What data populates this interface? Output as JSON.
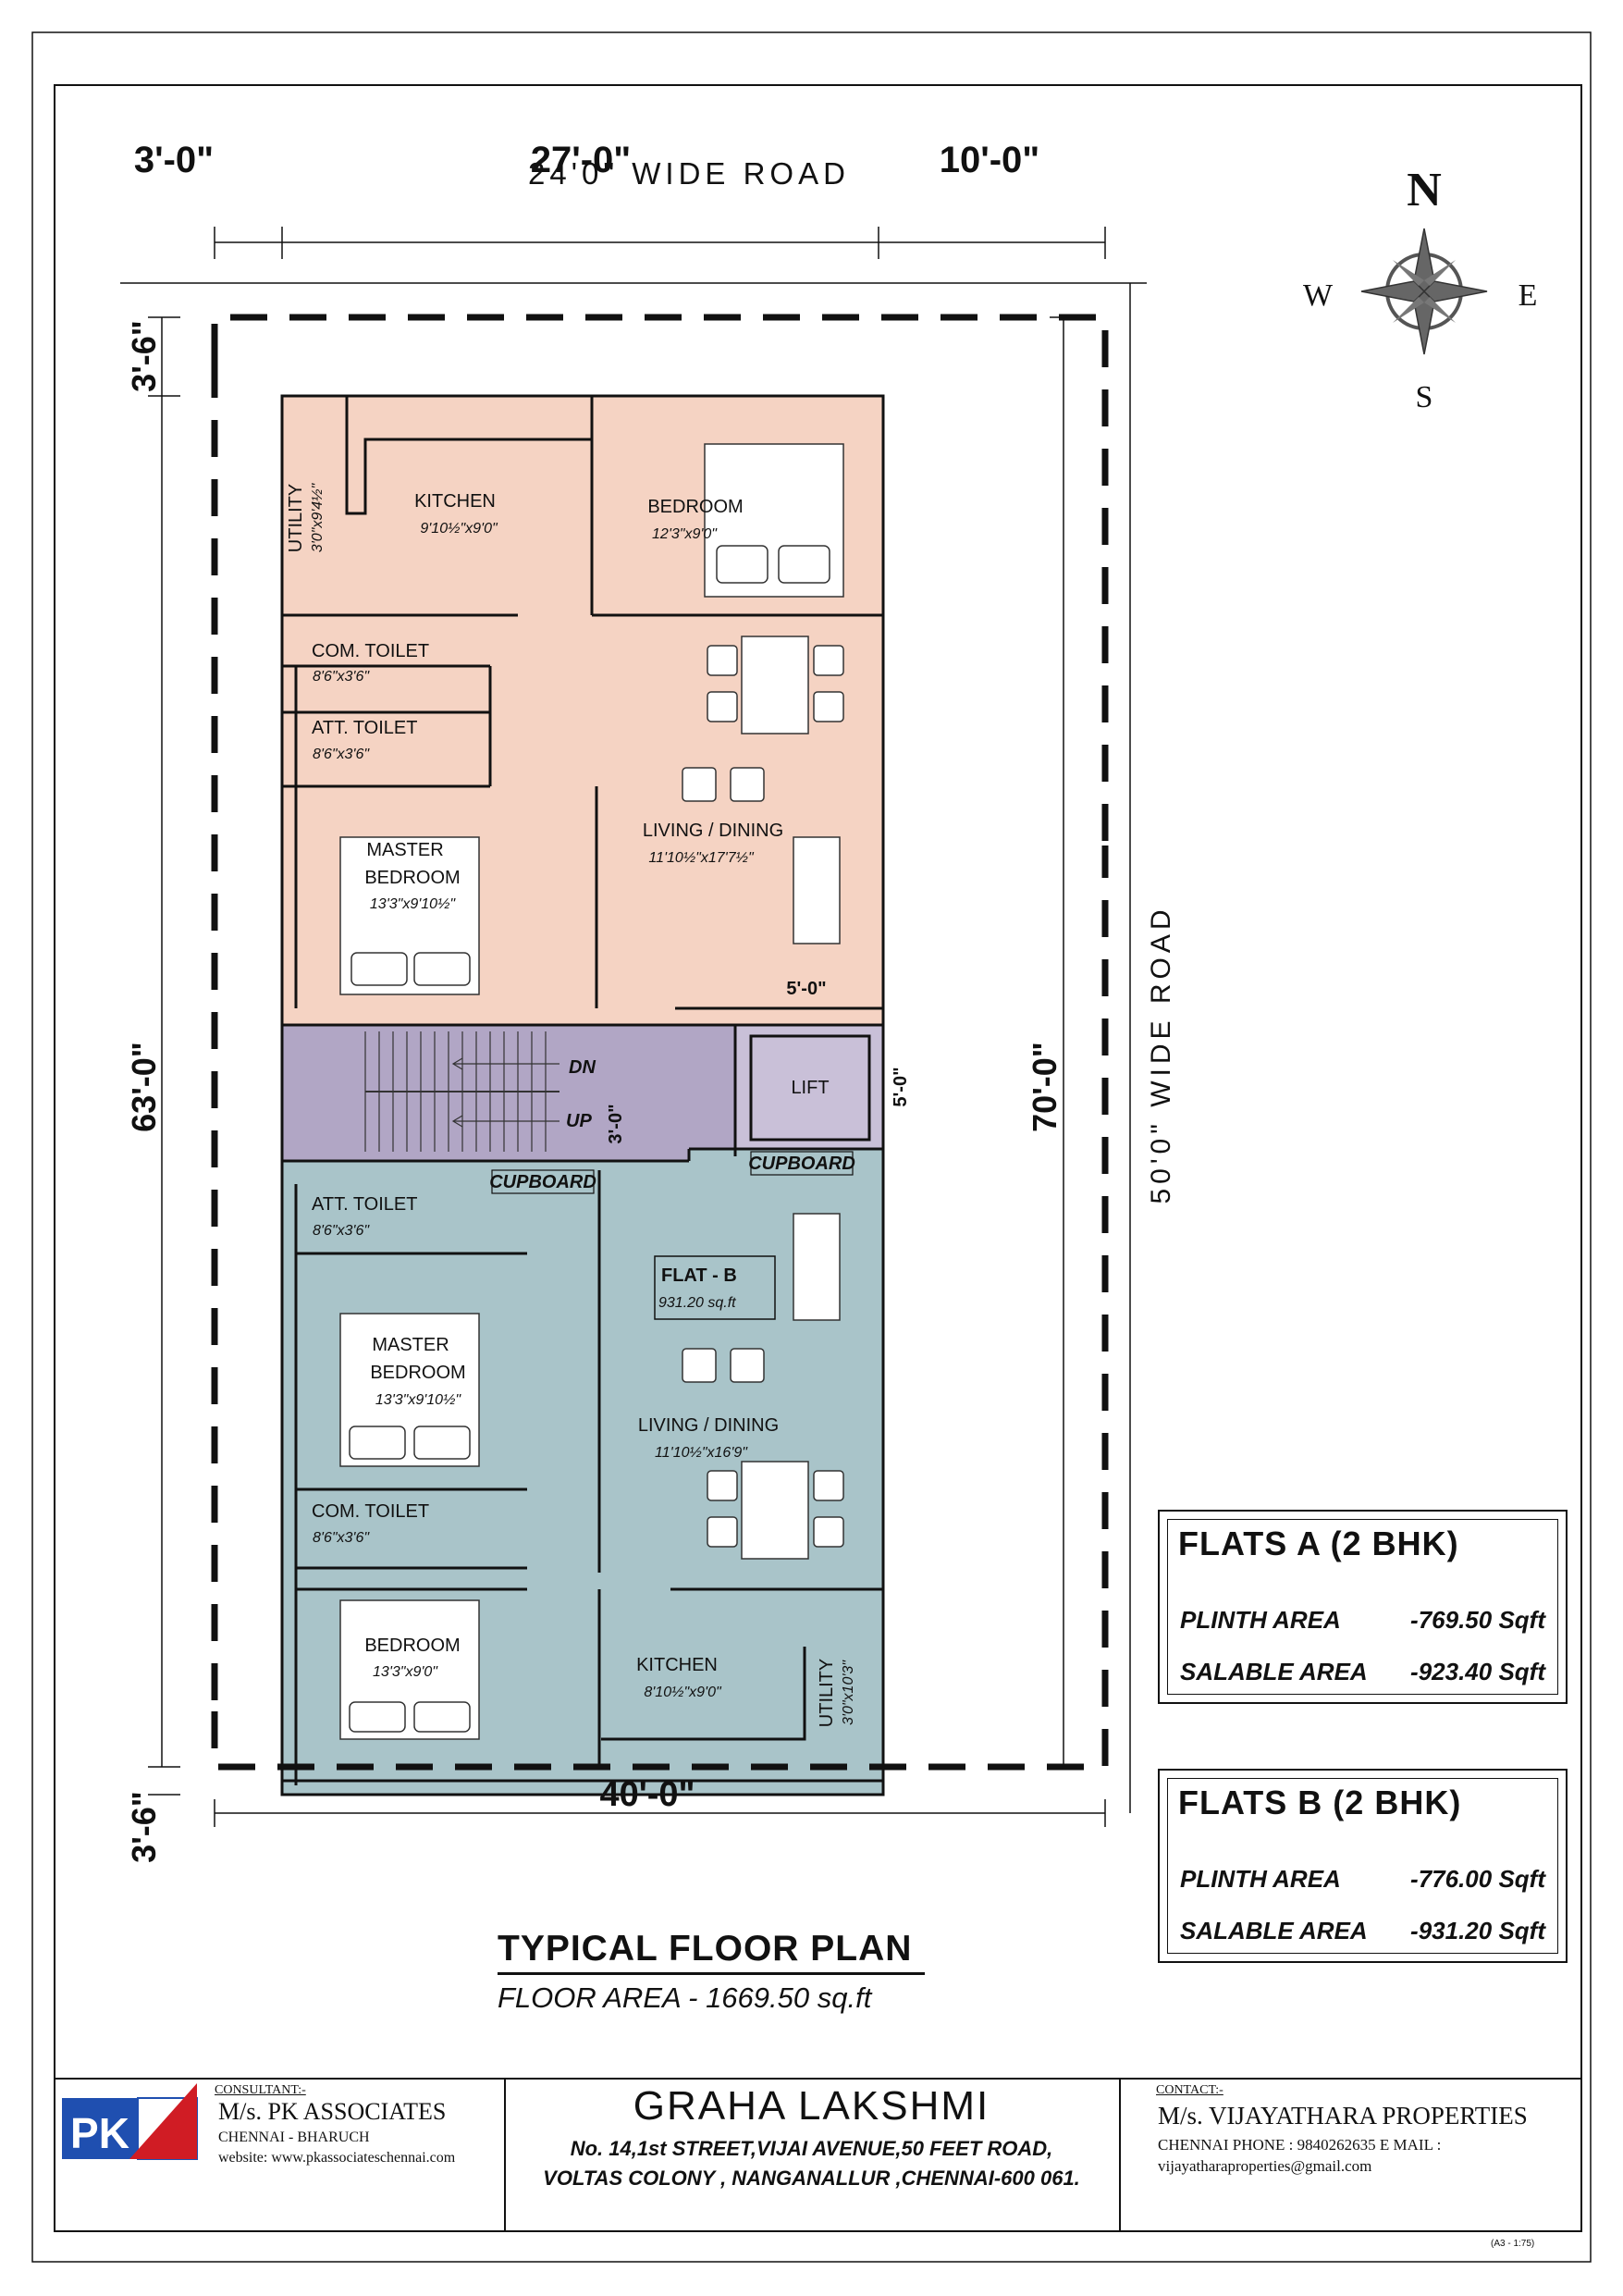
{
  "plan": {
    "top_road": "24'0\" WIDE ROAD",
    "side_road": "50'0\" WIDE ROAD",
    "dims": {
      "top_left": "3'-0\"",
      "top_mid": "27'-0\"",
      "top_right": "10'-0\"",
      "left_top": "3'-6\"",
      "left_mid": "63'-0\"",
      "left_bottom": "3'-6\"",
      "right_total": "70'-0\"",
      "bottom": "40'-0\"",
      "lift_gap": "5'-0\"",
      "stair_gap": "3'-0\"",
      "entry_gap": "5'-0\""
    },
    "compass": {
      "n": "N",
      "s": "S",
      "e": "E",
      "w": "W"
    },
    "flat_a": {
      "utility": "UTILITY",
      "utility_size": "3'0\"x9'4½\"",
      "kitchen": "KITCHEN",
      "kitchen_size": "9'10½\"x9'0\"",
      "bedroom": "BEDROOM",
      "bedroom_size": "12'3\"x9'0\"",
      "com_toilet": "COM. TOILET",
      "com_toilet_size": "8'6\"x3'6\"",
      "att_toilet": "ATT. TOILET",
      "att_toilet_size": "8'6\"x3'6\"",
      "living": "LIVING / DINING",
      "living_size": "11'10½\"x17'7½\"",
      "master_1": "MASTER",
      "master_2": "BEDROOM",
      "master_size": "13'3\"x9'10½\""
    },
    "core": {
      "dn": "DN",
      "up": "UP",
      "lift": "LIFT"
    },
    "flat_b": {
      "att_toilet": "ATT. TOILET",
      "att_toilet_size": "8'6\"x3'6\"",
      "cupboard_1": "CUPBOARD",
      "cupboard_2": "CUPBOARD",
      "flat_label": "FLAT - B",
      "flat_area": "931.20 sq.ft",
      "master_1": "MASTER",
      "master_2": "BEDROOM",
      "master_size": "13'3\"x9'10½\"",
      "living": "LIVING / DINING",
      "living_size": "11'10½\"x16'9\"",
      "com_toilet": "COM. TOILET",
      "com_toilet_size": "8'6\"x3'6\"",
      "bedroom": "BEDROOM",
      "bedroom_size": "13'3\"x9'0\"",
      "kitchen": "KITCHEN",
      "kitchen_size": "8'10½\"x9'0\"",
      "utility": "UTILITY",
      "utility_size": "3'0\"x10'3\""
    }
  },
  "areas": {
    "a": {
      "title": "FLATS  A  (2 BHK)",
      "plinth_label": "PLINTH AREA",
      "plinth_value": "-769.50 Sqft",
      "salable_label": "SALABLE AREA",
      "salable_value": "-923.40 Sqft"
    },
    "b": {
      "title": "FLATS  B  (2 BHK)",
      "plinth_label": "PLINTH AREA",
      "plinth_value": "-776.00 Sqft",
      "salable_label": "SALABLE AREA",
      "salable_value": "-931.20 Sqft"
    }
  },
  "title": {
    "main": "TYPICAL FLOOR PLAN",
    "sub": "FLOOR AREA - 1669.50 sq.ft"
  },
  "footer": {
    "consultant_label": "CONSULTANT:-",
    "consultant_name": "M/s. PK ASSOCIATES",
    "consultant_city": "CHENNAI  -  BHARUCH",
    "consultant_web": "website: www.pkassociateschennai.com",
    "logo_text": "PK",
    "project": "GRAHA LAKSHMI",
    "address_1": "No. 14,1st STREET,VIJAI AVENUE,50 FEET ROAD,",
    "address_2": "VOLTAS COLONY , NANGANALLUR ,CHENNAI-600 061.",
    "contact_label": "CONTACT:-",
    "contact_name": "M/s. VIJAYATHARA PROPERTIES",
    "contact_phone": "CHENNAI PHONE : 9840262635 E MAIL :",
    "contact_email": "vijayatharaproperties@gmail.com",
    "scale": "(A3  -  1:75)"
  },
  "colors": {
    "flat_a": "#f5d3c3",
    "flat_b": "#a9c4c9",
    "core": "#b1a6c5",
    "logo_blue": "#1f4fb0",
    "logo_red": "#d01c24"
  }
}
